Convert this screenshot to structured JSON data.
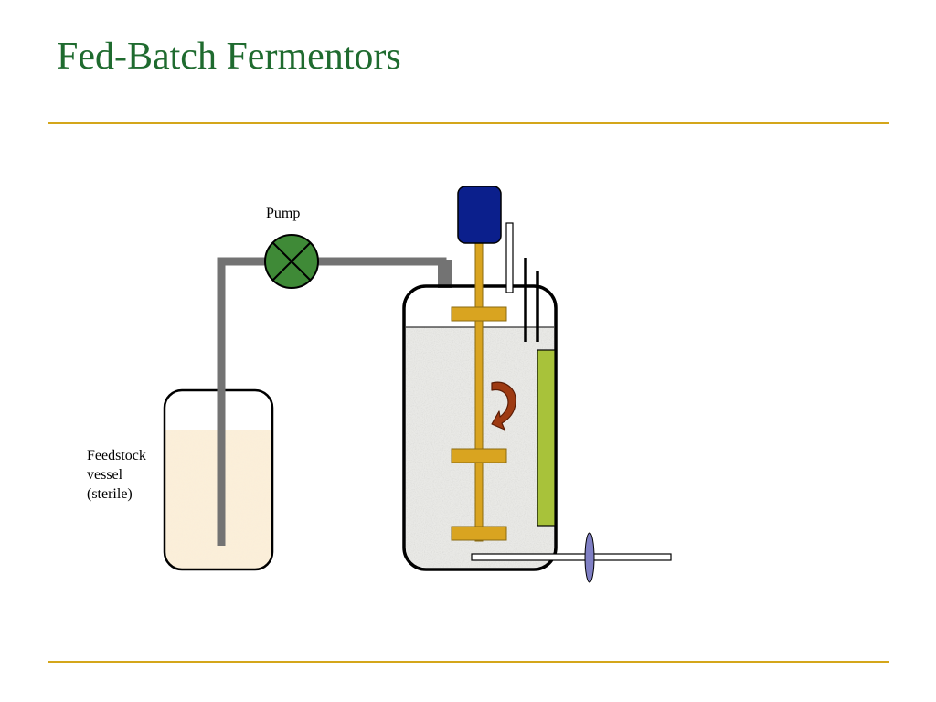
{
  "slide": {
    "title": "Fed-Batch Fermentors"
  },
  "diagram": {
    "pump_label": "Pump",
    "feedstock_label_lines": [
      "Feedstock",
      "vessel",
      "(sterile)"
    ]
  },
  "colors": {
    "title": "#1f6b2f",
    "rule": "#d4a61a",
    "pipe": "#737373",
    "pump": "#3f8a37",
    "motor": "#0b1f8c",
    "impeller": "#d9a420",
    "heater": "#a8c23a",
    "feed_liquid": "#fbefd9",
    "broth": "#e9e9e6",
    "arrow": "#9e3a12",
    "valve": "#7f7fc4"
  }
}
